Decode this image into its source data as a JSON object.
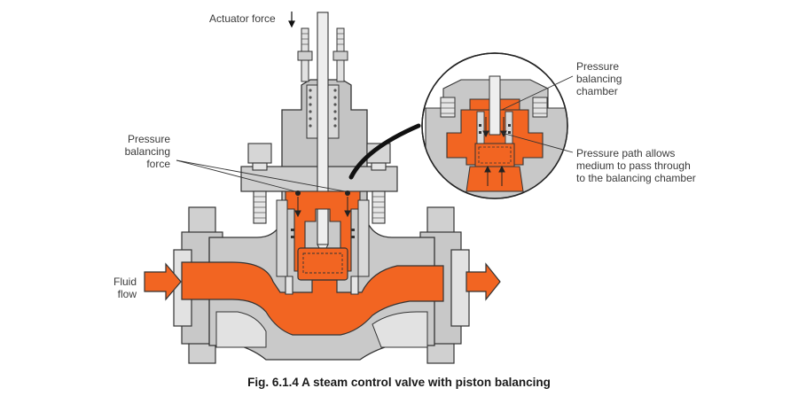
{
  "labels": {
    "actuator_force": "Actuator force",
    "pressure_balancing_force": "Pressure\nbalancing\nforce",
    "fluid_flow": "Fluid\nflow",
    "pressure_balancing_chamber": "Pressure\nbalancing\nchamber",
    "pressure_path": "Pressure path allows\nmedium to pass through\nto the balancing chamber"
  },
  "caption": "Fig. 6.1.4  A steam control valve with piston balancing",
  "colors": {
    "fluid": "#f26522",
    "metal": "#c8c8c8",
    "metal_light": "#e6e6e6",
    "outline": "#333333"
  }
}
